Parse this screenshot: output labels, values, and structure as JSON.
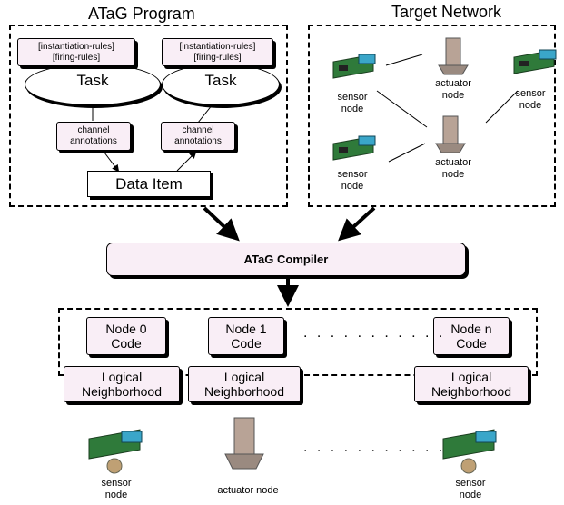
{
  "atag_program": {
    "title": "ATaG Program",
    "rules_left": [
      "[instantiation-rules]",
      "[firing-rules]"
    ],
    "rules_right": [
      "[instantiation-rules]",
      "[firing-rules]"
    ],
    "task_left": "Task",
    "task_right": "Task",
    "annotation_left": [
      "channel",
      "annotations"
    ],
    "annotation_right": [
      "channel",
      "annotations"
    ],
    "data_item": "Data Item"
  },
  "target_network": {
    "title": "Target Network",
    "nodes": [
      {
        "label": [
          "sensor",
          "node"
        ],
        "kind": "sensor"
      },
      {
        "label": [
          "actuator",
          "node"
        ],
        "kind": "actuator"
      },
      {
        "label": [
          "sensor",
          "node"
        ],
        "kind": "sensor"
      },
      {
        "label": [
          "sensor",
          "node"
        ],
        "kind": "sensor"
      },
      {
        "label": [
          "actuator",
          "node"
        ],
        "kind": "actuator"
      }
    ]
  },
  "compiler": {
    "label": "ATaG Compiler"
  },
  "output": {
    "codes": [
      {
        "line1": "Node 0",
        "line2": "Code"
      },
      {
        "line1": "Node 1",
        "line2": "Code"
      },
      {
        "line1": "Node n",
        "line2": "Code"
      }
    ],
    "neighborhoods": [
      {
        "line1": "Logical",
        "line2": "Neighborhood"
      },
      {
        "line1": "Logical",
        "line2": "Neighborhood"
      },
      {
        "line1": "Logical",
        "line2": "Neighborhood"
      }
    ],
    "ellipsis_codes": ". . . . . . . . . . .",
    "ellipsis_nodes": ". . . . . . . . . . ."
  },
  "bottom_nodes": [
    {
      "label": [
        "sensor",
        "node"
      ],
      "kind": "sensor"
    },
    {
      "label": [
        "actuator node"
      ],
      "kind": "actuator"
    },
    {
      "label": [
        "sensor",
        "node"
      ],
      "kind": "sensor"
    }
  ]
}
